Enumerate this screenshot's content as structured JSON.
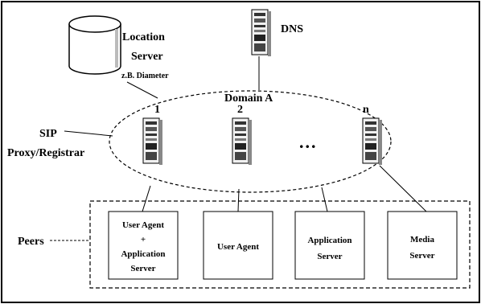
{
  "location_server": {
    "title_line1": "Location",
    "title_line2": "Server",
    "protocol_note": "z.B. Diameter"
  },
  "dns": {
    "label": "DNS"
  },
  "domain": {
    "label": "Domain A",
    "proxy_numbers": [
      "1",
      "2",
      "n"
    ],
    "ellipsis": "..."
  },
  "sip_proxy": {
    "line1": "SIP",
    "line2": "Proxy/Registrar"
  },
  "peers": {
    "label": "Peers",
    "boxes": [
      {
        "lines": [
          "User Agent",
          "+",
          "Application",
          "Server"
        ]
      },
      {
        "lines": [
          "User Agent"
        ]
      },
      {
        "lines": [
          "Application",
          "Server"
        ]
      },
      {
        "lines": [
          "Media",
          "Server"
        ]
      }
    ]
  }
}
